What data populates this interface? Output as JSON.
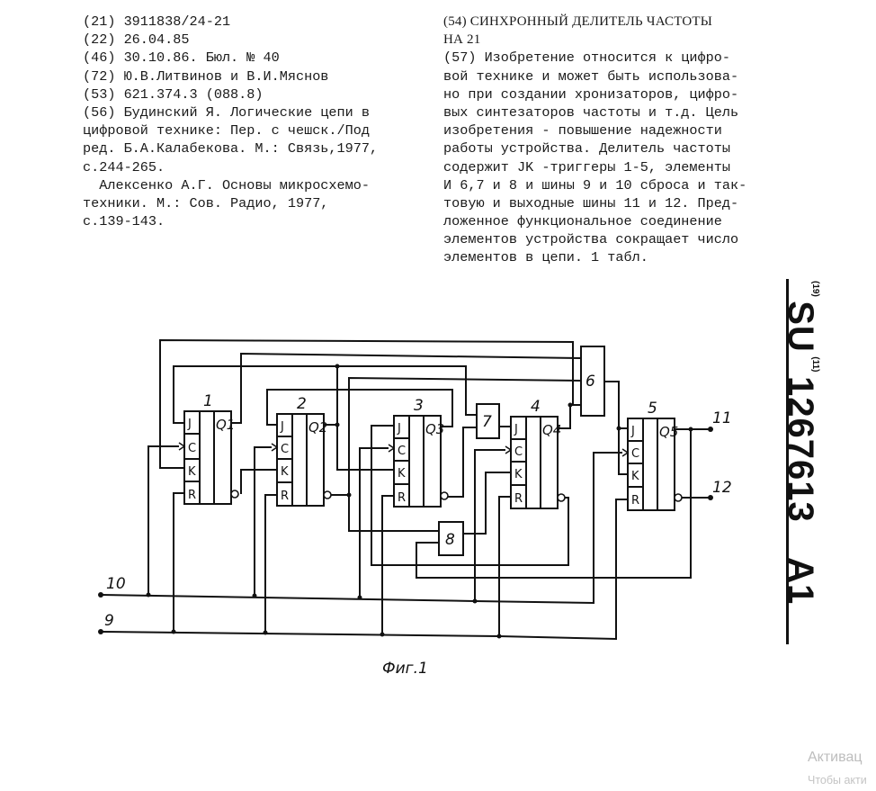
{
  "biblio": {
    "lines": [
      "(21) 3911838/24-21",
      "(22) 26.04.85",
      "(46) 30.10.86. Бюл. № 40",
      "(72) Ю.В.Литвинов и В.И.Мяснов",
      "(53) 621.374.3 (088.8)",
      "(56) Будинский Я. Логические цепи в",
      "цифровой технике: Пер. с чешск./Под",
      "ред. Б.А.Калабекова. М.: Связь,1977,",
      "с.244-265.",
      "  Алексенко А.Г. Основы микросхемо-",
      "техники. М.: Сов. Радио, 1977,",
      "с.139-143."
    ]
  },
  "abstract": {
    "title_line1": "(54) СИНХРОННЫЙ ДЕЛИТЕЛЬ ЧАСТОТЫ",
    "title_line2": "НА 21",
    "lines": [
      "(57) Изобретение относится к цифро-",
      "вой технике и может быть использова-",
      "но при создании хронизаторов, цифро-",
      "вых синтезаторов частоты и т.д. Цель",
      "изобретения - повышение надежности",
      "работы устройства. Делитель частоты",
      "содержит JK -триггеры 1-5, элементы",
      "И 6,7 и 8 и шины 9 и 10 сброса и так-",
      "товую и выходные шины 11 и 12. Пред-",
      "ложенное функциональное соединение",
      "элементов устройства сокращает число",
      "элементов в цепи. 1 табл."
    ]
  },
  "patent": {
    "code19": "(19)",
    "country": "SU",
    "code11": "(11)",
    "number": "1267613",
    "kind": "A1"
  },
  "figure": {
    "caption": "Фиг.1",
    "flipflops": [
      {
        "label": "1",
        "q": "Q1"
      },
      {
        "label": "2",
        "q": "Q2"
      },
      {
        "label": "3",
        "q": "Q3"
      },
      {
        "label": "4",
        "q": "Q4"
      },
      {
        "label": "5",
        "q": "Q5"
      }
    ],
    "pins": {
      "j": "J",
      "c": "C",
      "k": "K",
      "r": "R"
    },
    "gates": [
      "6",
      "7",
      "8"
    ],
    "buses": {
      "clock": "10",
      "reset": "9",
      "out1": "11",
      "out2": "12"
    }
  },
  "watermark": {
    "line1": "Активац",
    "line2": "Чтобы акти"
  }
}
